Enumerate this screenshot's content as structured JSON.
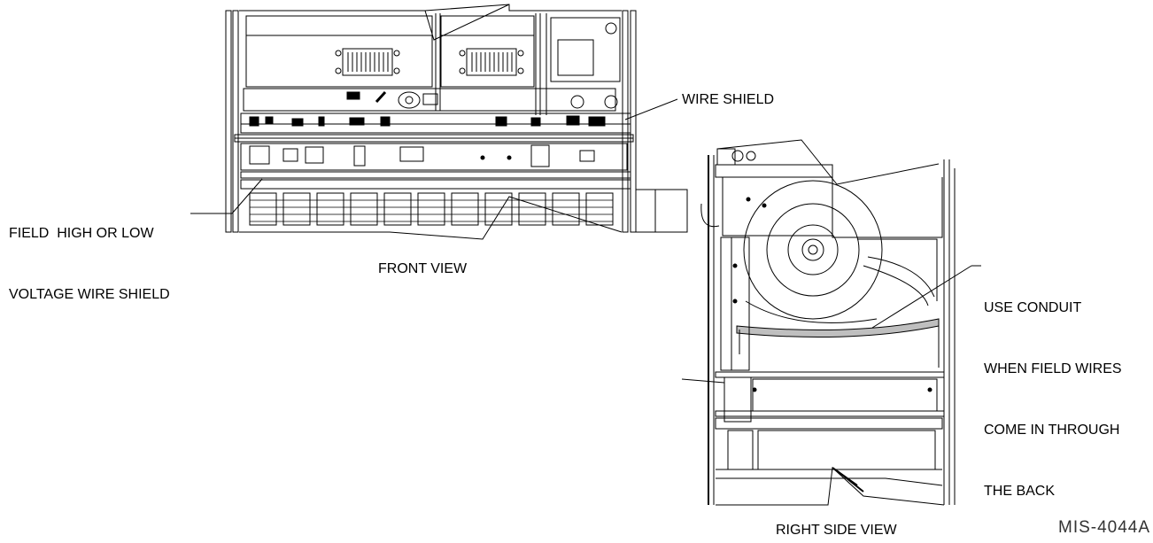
{
  "labels": {
    "wire_shield": "WIRE SHIELD",
    "field_wire_shield": [
      "FIELD  HIGH OR LOW",
      "VOLTAGE WIRE SHIELD"
    ],
    "front_view": "FRONT VIEW",
    "use_conduit": [
      "USE CONDUIT",
      "WHEN FIELD WIRES",
      "COME IN THROUGH",
      "THE BACK"
    ],
    "right_side_view": "RIGHT SIDE VIEW",
    "drawing_code": "MIS-4044A"
  },
  "colors": {
    "line": "#000000",
    "background": "#ffffff"
  }
}
